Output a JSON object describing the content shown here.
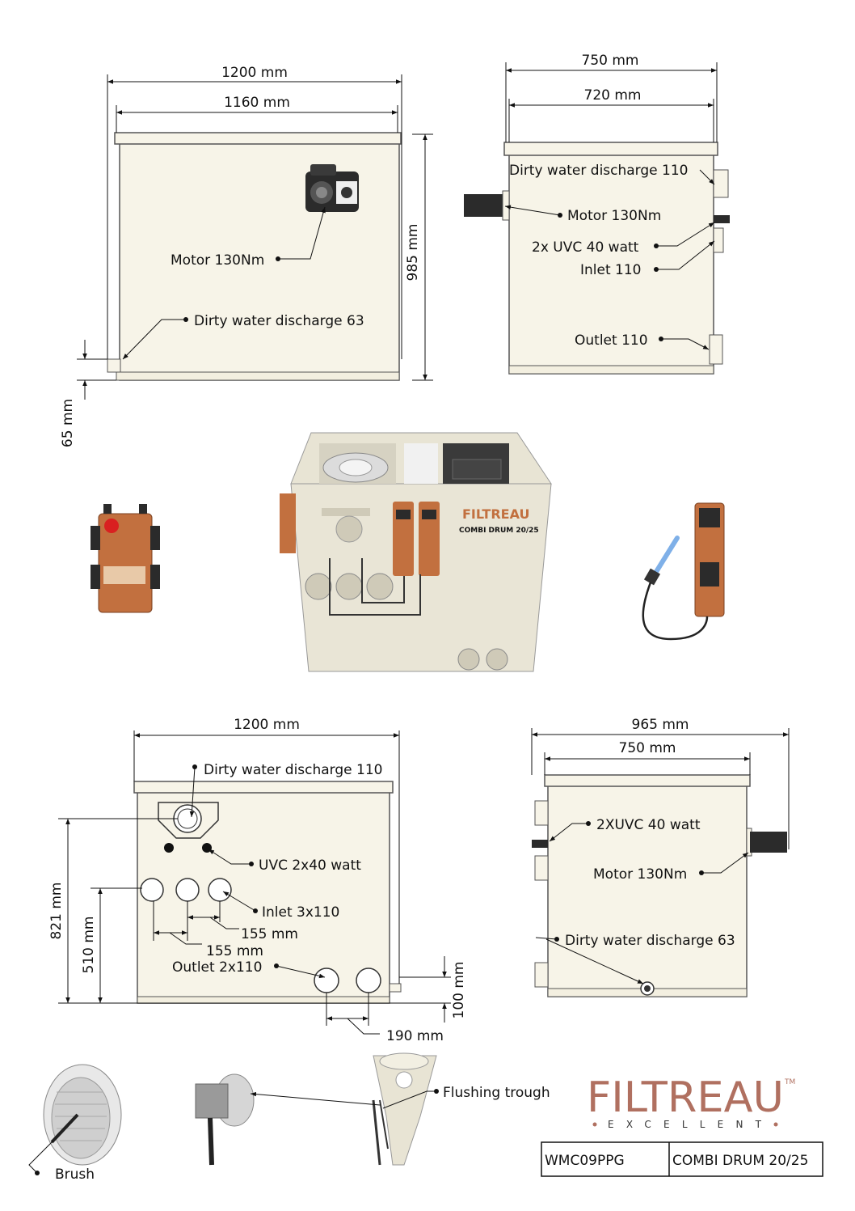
{
  "colors": {
    "tank_fill": "#f7f4e8",
    "tank_stroke": "#555555",
    "copper": "#c2703f",
    "logo": "#b07060",
    "line": "#111111"
  },
  "top_front": {
    "width_outer": "1200 mm",
    "width_inner": "1160 mm",
    "height": "985 mm",
    "bottom_offset": "65 mm",
    "motor": "Motor 130Nm",
    "dirty": "Dirty water discharge 63"
  },
  "top_side": {
    "width_outer": "750 mm",
    "width_inner": "720 mm",
    "dirty": "Dirty water discharge 110",
    "motor": "Motor 130Nm",
    "uvc": "2x UVC 40 watt",
    "inlet": "Inlet 110",
    "outlet": "Outlet 110"
  },
  "center": {
    "brand": "FILTREAU",
    "model": "COMBI DRUM 20/25"
  },
  "bottom_front": {
    "width": "1200 mm",
    "dirty": "Dirty water discharge 110",
    "uvc": "UVC 2x40 watt",
    "inlet": "Inlet 3x110",
    "spacing_a": "155 mm",
    "spacing_b": "155 mm",
    "outlet": "Outlet 2x110",
    "height_total": "821 mm",
    "height_inlet": "510 mm",
    "height_outlet": "100 mm",
    "outlet_spacing": "190 mm"
  },
  "bottom_side": {
    "width_outer": "965 mm",
    "width_inner": "750 mm",
    "uvc": "2XUVC 40 watt",
    "motor": "Motor 130Nm",
    "dirty": "Dirty water discharge 63"
  },
  "accessories": {
    "brush": "Brush",
    "flushing": "Flushing trough"
  },
  "logo": {
    "name": "FILTREAU",
    "tm": "TM",
    "tagline": "EXCELLENT"
  },
  "title_block": {
    "code": "WMC09PPG",
    "product": "COMBI DRUM 20/25"
  }
}
